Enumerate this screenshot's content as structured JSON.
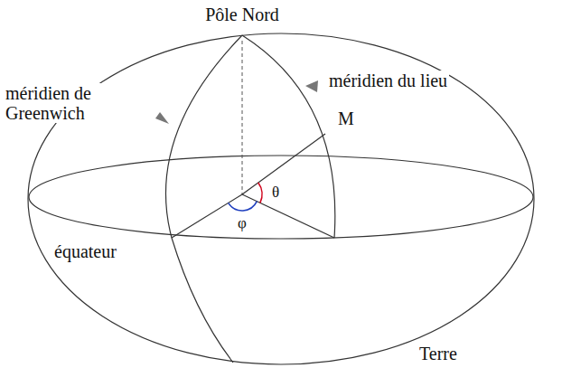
{
  "diagram": {
    "labels": [
      "Pôle Nord",
      "méridien du lieu",
      "méridien de Greenwich",
      "M",
      "θ",
      "φ",
      "équateur",
      "Terre"
    ]
  }
}
